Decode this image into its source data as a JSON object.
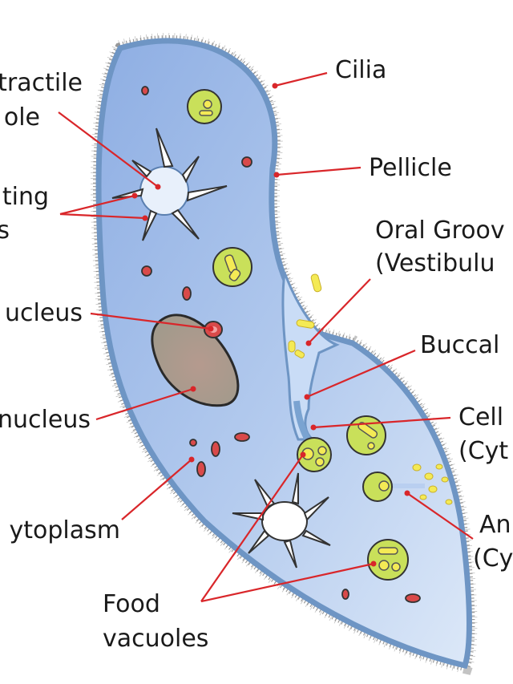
{
  "labels": {
    "cilia": "Cilia",
    "pellicle": "Pellicle",
    "oral_groove_1": "Oral Groov",
    "oral_groove_2": "(Vestibulu",
    "buccal": "Buccal",
    "cell_mouth_1": "Cell",
    "cell_mouth_2": "(Cyt",
    "anal_pore_1": "An",
    "anal_pore_2": "(Cy",
    "contractile_1": "tractile",
    "contractile_2": "ole",
    "radiating_1": "ting",
    "radiating_2": "s",
    "micronucleus": "ucleus",
    "macronucleus": "nucleus",
    "cytoplasm": "ytoplasm",
    "food_vacuoles_1": "Food",
    "food_vacuoles_2": "vacuoles"
  },
  "colors": {
    "leader": "#d9262a",
    "body_fill": "#9db9e8",
    "body_outline": "#6e95c4",
    "food_vacuole": "#c9e05a",
    "macronucleus": "#a89f93",
    "granule": "#f4ea55"
  }
}
